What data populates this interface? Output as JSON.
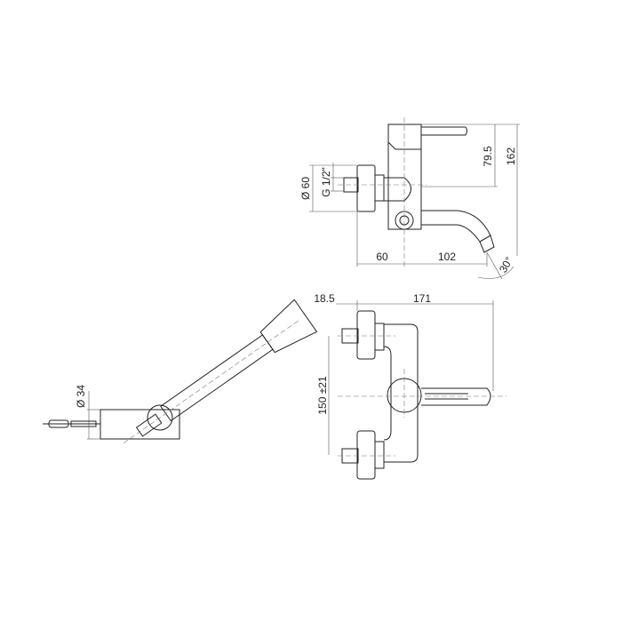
{
  "drawing": {
    "side_view": {
      "dim_height_lever": "79.5",
      "dim_height_total": "162",
      "dim_flange_diameter": "Ø 60",
      "dim_thread": "G 1/2\"",
      "dim_wall_to_center": "60",
      "dim_spout_reach": "102",
      "dim_spout_angle": "30°"
    },
    "top_view": {
      "dim_offset": "18.5",
      "dim_length": "171",
      "dim_center_distance": "150 ±21"
    },
    "hand_shower": {
      "dim_holder_diameter": "Ø 34"
    }
  }
}
